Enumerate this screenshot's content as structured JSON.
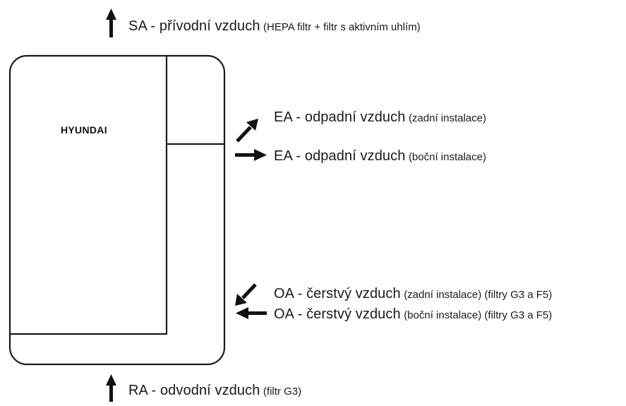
{
  "brand": "HYUNDAI",
  "labels": {
    "sa": {
      "main": "SA - přívodní vzduch",
      "note": "(HEPA filtr + filtr s aktivním uhlím)"
    },
    "ea_rear": {
      "main": "EA - odpadní vzduch",
      "note": "(zadní instalace)"
    },
    "ea_side": {
      "main": "EA - odpadní vzduch",
      "note": "(boční instalace)"
    },
    "oa_rear": {
      "main": "OA - čerstvý vzduch",
      "note": "(zadní instalace) (filtry G3 a F5)"
    },
    "oa_side": {
      "main": "OA - čerstvý vzduch",
      "note": "(boční instalace) (filtry G3 a F5)"
    },
    "ra": {
      "main": "RA - odvodní vzduch",
      "note": "(filtr G3)"
    }
  }
}
